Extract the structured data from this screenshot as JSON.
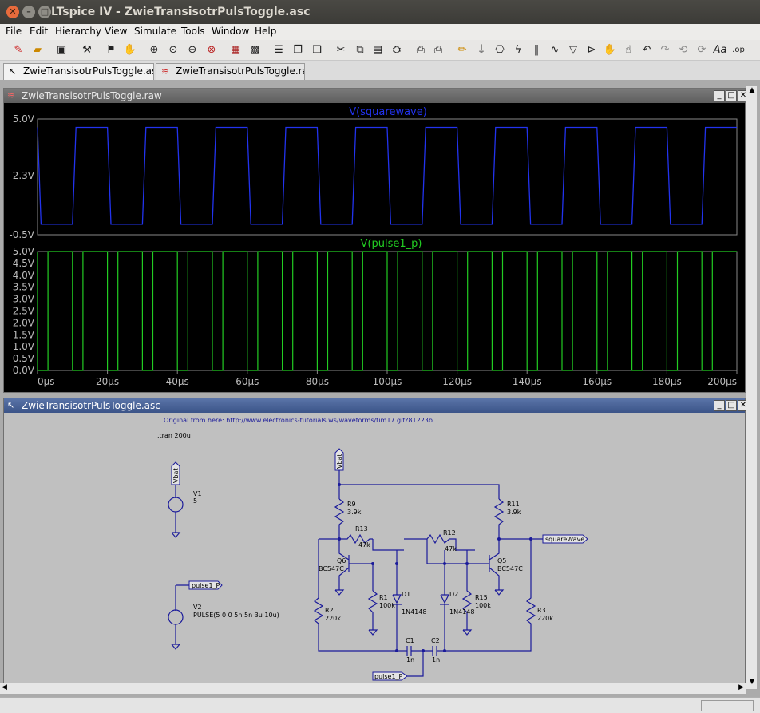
{
  "window": {
    "title": "LTspice IV - ZwieTransisotrPulsToggle.asc"
  },
  "menu": [
    "File",
    "Edit",
    "Hierarchy",
    "View",
    "Simulate",
    "Tools",
    "Window",
    "Help"
  ],
  "tabs": [
    {
      "label": "ZwieTransisotrPulsToggle.asc",
      "icon": "schematic-icon"
    },
    {
      "label": "ZwieTransisotrPulsToggle.raw",
      "icon": "waveform-icon"
    }
  ],
  "waveform": {
    "title": "ZwieTransisotrPulsToggle.raw",
    "top_trace": "V(squarewave)",
    "bottom_trace": "V(pulse1_p)",
    "top_yticks": [
      "5.0V",
      "2.3V",
      "-0.5V"
    ],
    "bottom_yticks": [
      "5.0V",
      "4.5V",
      "4.0V",
      "3.5V",
      "3.0V",
      "2.5V",
      "2.0V",
      "1.5V",
      "1.0V",
      "0.5V",
      "0.0V"
    ],
    "xticks": [
      "0µs",
      "20µs",
      "40µs",
      "60µs",
      "80µs",
      "100µs",
      "120µs",
      "140µs",
      "160µs",
      "180µs",
      "200µs"
    ],
    "colors": {
      "top": "#2233ee",
      "bottom": "#22cc22",
      "background": "#000000"
    }
  },
  "chart_data": [
    {
      "type": "line",
      "title": "V(squarewave)",
      "series": [
        {
          "name": "V(squarewave)",
          "description": "square wave toggling 0V to 4.6V with 20µs period"
        }
      ],
      "x": [
        0,
        1,
        10,
        11,
        20,
        21,
        30,
        31,
        40,
        41,
        50,
        51,
        60,
        61,
        70,
        71,
        80,
        81,
        90,
        91,
        100,
        101,
        110,
        111,
        120,
        121,
        130,
        131,
        140,
        141,
        150,
        151,
        160,
        161,
        170,
        171,
        180,
        181,
        190,
        191,
        200
      ],
      "values": [
        4.6,
        0,
        0,
        4.6,
        4.6,
        0,
        0,
        4.6,
        4.6,
        0,
        0,
        4.6,
        4.6,
        0,
        0,
        4.6,
        4.6,
        0,
        0,
        4.6,
        4.6,
        0,
        0,
        4.6,
        4.6,
        0,
        0,
        4.6,
        4.6,
        0,
        0,
        4.6,
        4.6,
        0,
        0,
        4.6,
        4.6,
        0,
        0,
        4.6,
        4.6
      ],
      "xlim": [
        0,
        200
      ],
      "ylim": [
        -0.5,
        5.0
      ]
    },
    {
      "type": "line",
      "title": "V(pulse1_p)",
      "series": [
        {
          "name": "V(pulse1_p)"
        }
      ],
      "pulse": {
        "period_us": 10,
        "width_us": 3,
        "rise_ns": 5,
        "high_v": 5,
        "low_v": 0
      },
      "xlim": [
        0,
        200
      ],
      "ylim": [
        0.0,
        5.0
      ]
    }
  ],
  "schematic": {
    "title": "ZwieTransisotrPulsToggle.asc",
    "comment": "Original from here: http://www.electronics-tutorials.ws/waveforms/tim17.gif?81223b",
    "directive": ".tran 200u",
    "labels": {
      "vbat1": "Vbat",
      "vbat2": "Vbat",
      "pulse1": "pulse1_P",
      "pulse2": "pulse1_P",
      "squarewave": "squareWave"
    },
    "components": {
      "v1": {
        "name": "V1",
        "value": "5"
      },
      "v2": {
        "name": "V2",
        "value": "PULSE(5 0 0 5n 5n 3u 10u)"
      },
      "r9": {
        "name": "R9",
        "value": "3.9k"
      },
      "r11": {
        "name": "R11",
        "value": "3.9k"
      },
      "r13": {
        "name": "R13",
        "value": "47k"
      },
      "r12": {
        "name": "R12",
        "value": "47k"
      },
      "q6": {
        "name": "Q6",
        "value": "BC547C"
      },
      "q5": {
        "name": "Q5",
        "value": "BC547C"
      },
      "r1": {
        "name": "R1",
        "value": "100k"
      },
      "d1": {
        "name": "D1",
        "value": "1N4148"
      },
      "d2": {
        "name": "D2",
        "value": "1N4148"
      },
      "r15": {
        "name": "R15",
        "value": "100k"
      },
      "r2": {
        "name": "R2",
        "value": "220k"
      },
      "r3": {
        "name": "R3",
        "value": "220k"
      },
      "c1": {
        "name": "C1",
        "value": "1n"
      },
      "c2": {
        "name": "C2",
        "value": "1n"
      }
    }
  }
}
